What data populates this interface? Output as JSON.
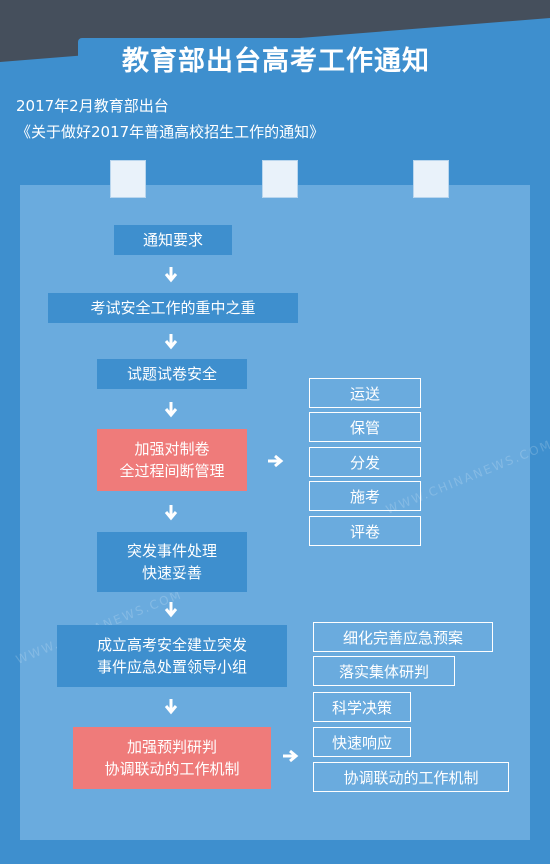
{
  "header": {
    "title": "教育部出台高考工作通知",
    "subtitle_line1": "2017年2月教育部出台",
    "subtitle_line2": "《关于做好2017年普通高校招生工作的通知》"
  },
  "flow": {
    "step1": "通知要求",
    "step2": "考试安全工作的重中之重",
    "step3": "试题试卷安全",
    "step4": "加强对制卷\n全过程间断管理",
    "step5": "突发事件处理\n快速妥善",
    "step6": "成立高考安全建立突发\n事件应急处置领导小组",
    "step7": "加强预判研判\n协调联动的工作机制"
  },
  "branch_a": [
    "运送",
    "保管",
    "分发",
    "施考",
    "评卷"
  ],
  "branch_b": [
    "细化完善应急预案",
    "落实集体研判",
    "科学决策",
    "快速响应",
    "协调联动的工作机制"
  ],
  "watermark": "WWW.CHINANEWS.COM",
  "colors": {
    "background": "#3e8fce",
    "panel": "#6aabde",
    "highlight": "#ef7b7a",
    "dark_band": "#454f5c"
  },
  "icons": [
    "down-arrow-icon",
    "right-arrow-icon"
  ]
}
